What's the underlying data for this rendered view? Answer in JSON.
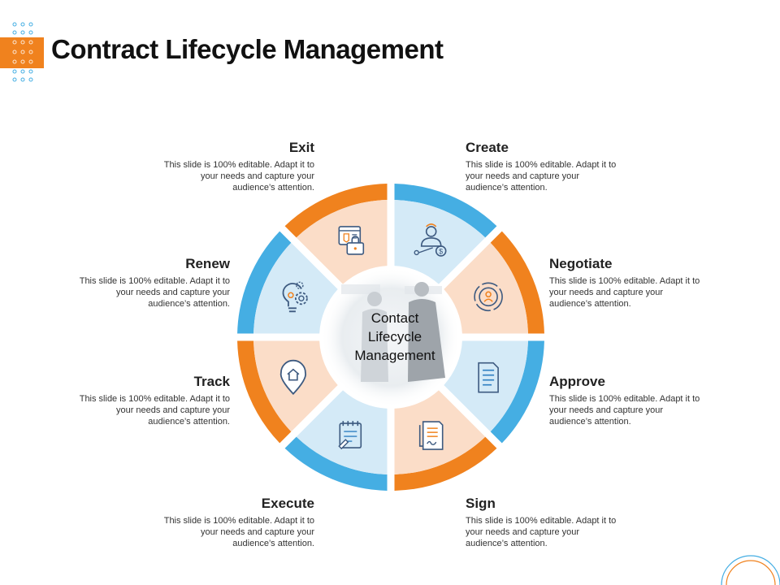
{
  "title": "Contract Lifecycle Management",
  "center_label": {
    "line1": "Contact",
    "line2": "Lifecycle",
    "line3": "Management"
  },
  "colors": {
    "orange": "#F0821E",
    "blue": "#45AEE3",
    "light_orange": "#FBDDC8",
    "light_blue": "#D4EAF7"
  },
  "steps": [
    {
      "key": "create",
      "title": "Create",
      "desc": "This slide is 100% editable. Adapt it to your needs and capture your audience’s attention.",
      "icon": "user-dollar-icon"
    },
    {
      "key": "negotiate",
      "title": "Negotiate",
      "desc": "This slide is 100% editable. Adapt it to your needs and capture your audience’s attention.",
      "icon": "people-target-icon"
    },
    {
      "key": "approve",
      "title": "Approve",
      "desc": "This slide is 100% editable. Adapt it to your needs and capture your audience’s attention.",
      "icon": "document-icon"
    },
    {
      "key": "sign",
      "title": "Sign",
      "desc": "This slide is 100% editable. Adapt it to your needs and capture your audience’s attention.",
      "icon": "signed-document-icon"
    },
    {
      "key": "execute",
      "title": "Execute",
      "desc": "This slide is 100% editable. Adapt it to your needs and capture your audience’s attention.",
      "icon": "notepad-pencil-icon"
    },
    {
      "key": "track",
      "title": "Track",
      "desc": "This slide is 100% editable. Adapt it to your needs and capture your audience’s attention.",
      "icon": "location-pin-icon"
    },
    {
      "key": "renew",
      "title": "Renew",
      "desc": "This slide is 100% editable. Adapt it to your needs and capture your audience’s attention.",
      "icon": "lightbulb-gears-icon"
    },
    {
      "key": "exit",
      "title": "Exit",
      "desc": "This slide is 100% editable. Adapt it to your needs and capture your audience’s attention.",
      "icon": "browser-lock-icon"
    }
  ]
}
